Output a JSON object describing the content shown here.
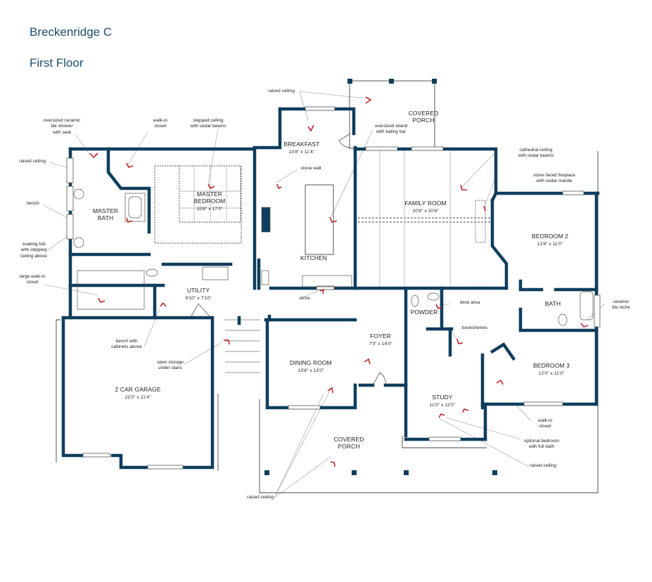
{
  "header": {
    "plan_name": "Breckenridge C",
    "floor": "First Floor"
  },
  "colors": {
    "title": "#1e4d6b",
    "wall": "#0f3d5c",
    "arrow": "#c0272d",
    "thin_line": "#555555",
    "leader": "#999999"
  },
  "rooms": [
    {
      "id": "breakfast",
      "name": "BREAKFAST",
      "dims": "10'8\" x 11'4\""
    },
    {
      "id": "covered-porch-rear",
      "name": "COVERED PORCH",
      "dims": ""
    },
    {
      "id": "master-bedroom",
      "name": "MASTER BEDROOM",
      "dims": "15'8\" x 17'0\""
    },
    {
      "id": "master-bath",
      "name": "MASTER BATH",
      "dims": ""
    },
    {
      "id": "kitchen",
      "name": "KITCHEN",
      "dims": ""
    },
    {
      "id": "family-room",
      "name": "FAMILY ROOM",
      "dims": "20'8\" x 20'8\""
    },
    {
      "id": "bedroom-2",
      "name": "BEDROOM 2",
      "dims": "12'8\" x 11'0\""
    },
    {
      "id": "utility",
      "name": "UTILITY",
      "dims": "9'10\" x 7'10\""
    },
    {
      "id": "powder",
      "name": "POWDER",
      "dims": ""
    },
    {
      "id": "bath",
      "name": "BATH",
      "dims": ""
    },
    {
      "id": "foyer",
      "name": "FOYER",
      "dims": "7'0\" x 14'0\""
    },
    {
      "id": "dining-room",
      "name": "DINING ROOM",
      "dims": "13'8\" x 13'0\""
    },
    {
      "id": "bedroom-3",
      "name": "BEDROOM 3",
      "dims": "12'0\" x 11'0\""
    },
    {
      "id": "study",
      "name": "STUDY",
      "dims": "11'0\" x 12'0\""
    },
    {
      "id": "garage",
      "name": "2 CAR GARAGE",
      "dims": "22'0\" x 21'4\""
    },
    {
      "id": "covered-porch-front",
      "name": "COVERED PORCH",
      "dims": ""
    }
  ],
  "room_lines": {
    "master_bedroom": [
      "MASTER",
      "BEDROOM"
    ],
    "master_bath": [
      "MASTER",
      "BATH"
    ],
    "porch_rear": [
      "COVERED",
      "PORCH"
    ],
    "porch_front": [
      "COVERED",
      "PORCH"
    ]
  },
  "annotations": [
    {
      "id": "raised-ceiling-breakfast",
      "lines": [
        "raised ceiling"
      ]
    },
    {
      "id": "oversized-shower",
      "lines": [
        "oversized ceramic",
        "tile shower",
        "with seat"
      ]
    },
    {
      "id": "walk-in-closet-master",
      "lines": [
        "walk-in",
        "closet"
      ]
    },
    {
      "id": "stepped-ceiling",
      "lines": [
        "stepped ceiling",
        "with cedar beams"
      ]
    },
    {
      "id": "oversized-island",
      "lines": [
        "oversized island",
        "with eating bar"
      ]
    },
    {
      "id": "raised-ceiling-bath",
      "lines": [
        "raised ceiling"
      ]
    },
    {
      "id": "stone-wall",
      "lines": [
        "stone wall"
      ]
    },
    {
      "id": "cathedral-ceiling",
      "lines": [
        "cathedral ceiling",
        "with cedar beams"
      ]
    },
    {
      "id": "stone-fireplace",
      "lines": [
        "stone faced fireplace",
        "with cedar mantle"
      ]
    },
    {
      "id": "bench",
      "lines": [
        "bench"
      ]
    },
    {
      "id": "soaking-tub",
      "lines": [
        "soaking tub",
        "with stepped",
        "ceiling above"
      ]
    },
    {
      "id": "large-walk-in",
      "lines": [
        "large walk-in",
        "closet"
      ]
    },
    {
      "id": "niche",
      "lines": [
        "niche"
      ]
    },
    {
      "id": "desk-area",
      "lines": [
        "desk area"
      ]
    },
    {
      "id": "ceramic-tile-niche",
      "lines": [
        "ceramic",
        "tile niche"
      ]
    },
    {
      "id": "bookshelves",
      "lines": [
        "bookshelves"
      ]
    },
    {
      "id": "bench-cabinets",
      "lines": [
        "bench with",
        "cabinets above"
      ]
    },
    {
      "id": "open-storage",
      "lines": [
        "open storage",
        "under stairs"
      ]
    },
    {
      "id": "walk-in-closet-bed3",
      "lines": [
        "walk-in",
        "closet"
      ]
    },
    {
      "id": "optional-bedroom",
      "lines": [
        "optional bedroom",
        "with full bath"
      ]
    },
    {
      "id": "raised-ceiling-study",
      "lines": [
        "raised ceiling"
      ]
    },
    {
      "id": "raised-ceiling-porch",
      "lines": [
        "raised ceiling"
      ]
    }
  ]
}
